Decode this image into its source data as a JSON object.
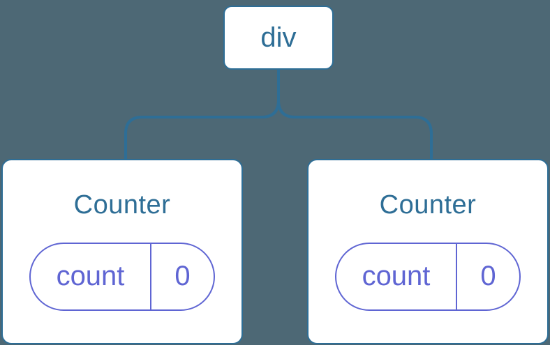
{
  "diagram": {
    "description": "component-tree",
    "root": {
      "label": "div"
    },
    "children": [
      {
        "title": "Counter",
        "state": {
          "key": "count",
          "value": "0"
        }
      },
      {
        "title": "Counter",
        "state": {
          "key": "count",
          "value": "0"
        }
      }
    ],
    "colors": {
      "background": "#4d6875",
      "node_blue": "#2e6e96",
      "state_purple": "#5f65d3",
      "node_background": "#ffffff"
    }
  }
}
